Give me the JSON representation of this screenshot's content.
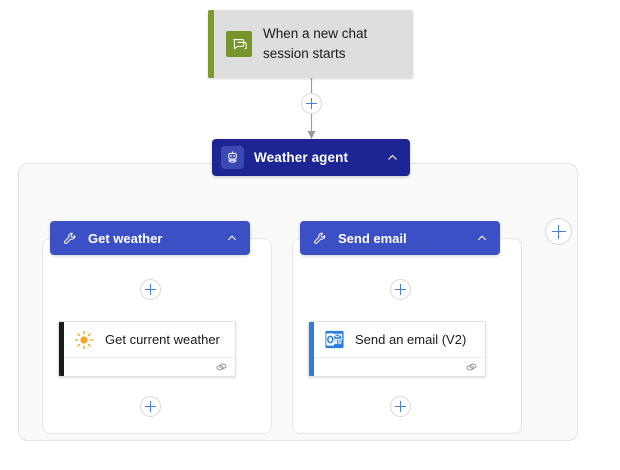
{
  "flow": {
    "trigger": {
      "label": "When a new chat session starts",
      "icon": "chat-bubble-icon",
      "accent_color": "#7d9b2d",
      "icon_bg": "#76962c",
      "card_bg": "#dedede"
    },
    "agent": {
      "title": "Weather agent",
      "icon": "bot-icon",
      "header_color": "#1d2594",
      "collapse_icon": "chevron-up-icon"
    },
    "tools": [
      {
        "title": "Get weather",
        "icon": "wrench-icon",
        "header_color": "#3b50c4",
        "collapse_icon": "chevron-up-icon",
        "action": {
          "label": "Get current weather",
          "icon": "sun-icon",
          "accent_color": "#1b1a19",
          "footer_icon": "link-icon"
        }
      },
      {
        "title": "Send email",
        "icon": "wrench-icon",
        "header_color": "#3b50c4",
        "collapse_icon": "chevron-up-icon",
        "action": {
          "label": "Send an email (V2)",
          "icon": "outlook-icon",
          "accent_color": "#2f7ddb",
          "footer_icon": "link-icon"
        }
      }
    ],
    "add_buttons": {
      "after_trigger": "add-step-icon",
      "tool_1_before_action": "add-step-icon",
      "tool_2_before_action": "add-step-icon",
      "tool_1_after_action": "add-step-icon",
      "tool_2_after_action": "add-step-icon",
      "add_tool": "add-tool-icon"
    },
    "colors": {
      "connector": "#9a9a9a",
      "plus_accent": "#4a7fd6",
      "container_bg": "#fafafa",
      "container_border": "#e2e2e2"
    }
  }
}
